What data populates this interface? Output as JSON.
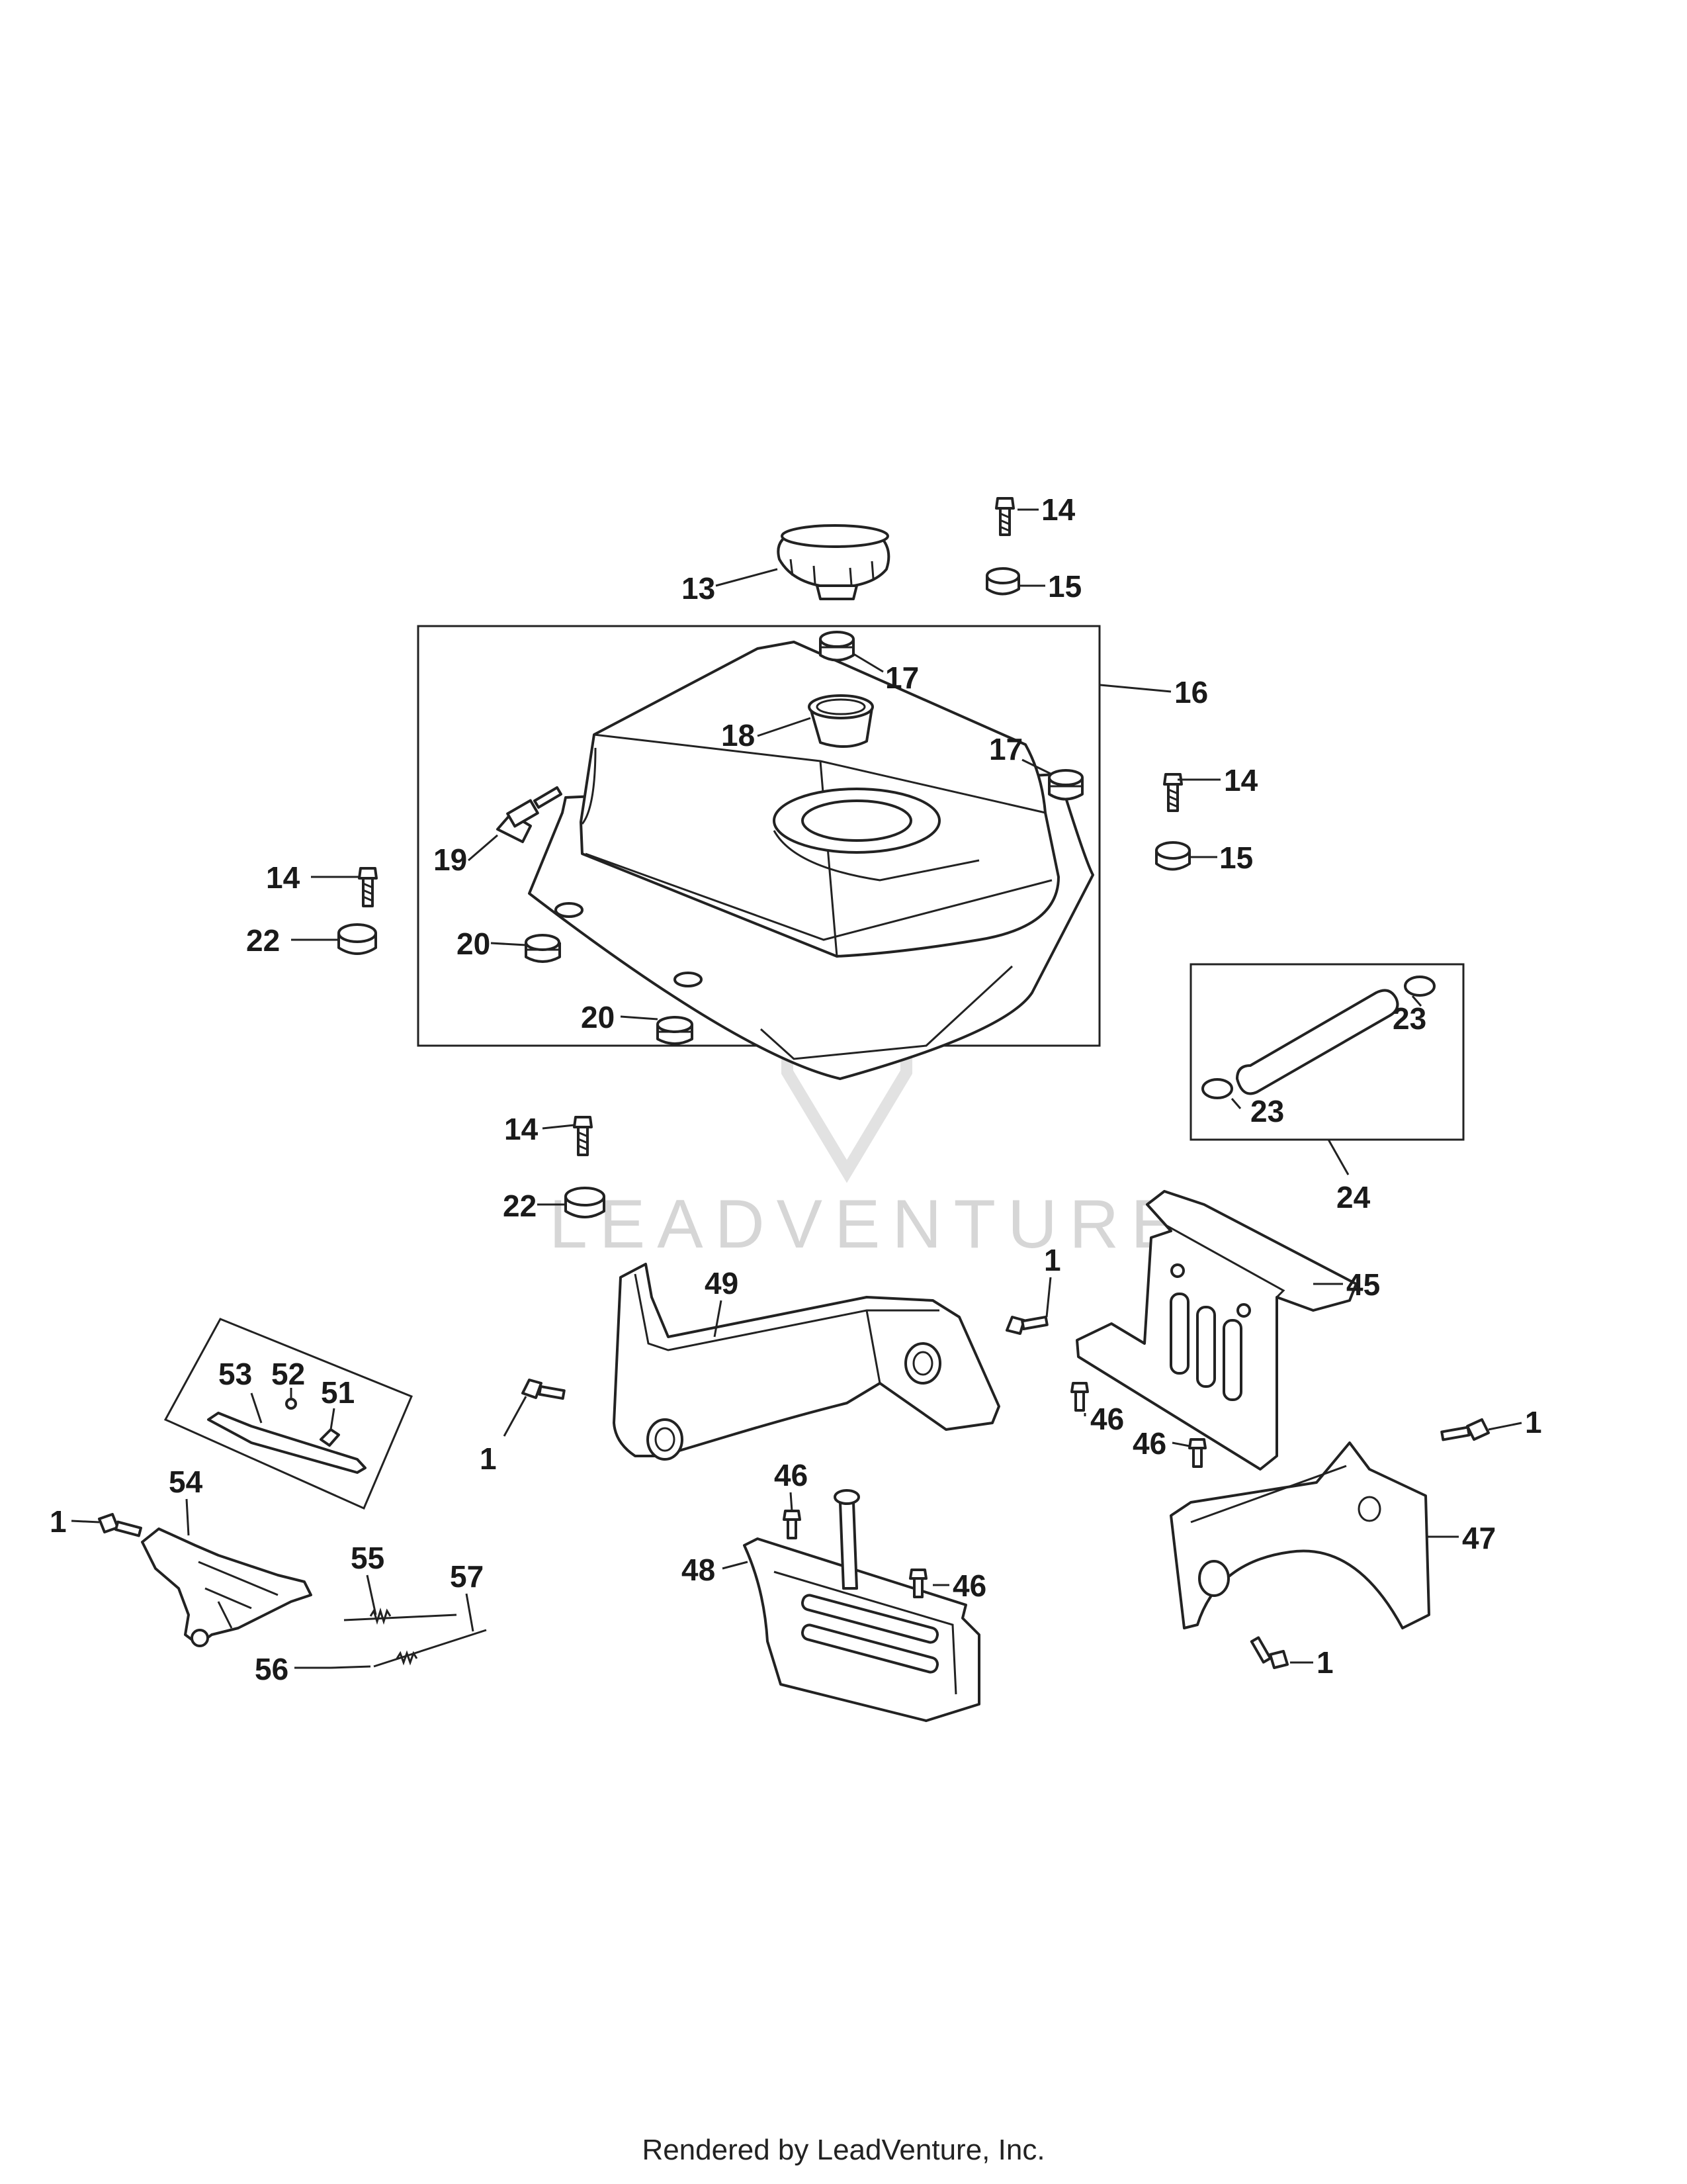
{
  "watermark": "LEADVENTURE",
  "footer": "Rendered by LeadVenture, Inc.",
  "callouts": {
    "c13": "13",
    "c14a": "14",
    "c15a": "15",
    "c16": "16",
    "c17a": "17",
    "c17b": "17",
    "c18": "18",
    "c19": "19",
    "c14b": "14",
    "c15b": "15",
    "c14c": "14",
    "c22a": "22",
    "c20a": "20",
    "c20b": "20",
    "c23a": "23",
    "c23b": "23",
    "c24": "24",
    "c14d": "14",
    "c22b": "22",
    "c49": "49",
    "c1a": "1",
    "c45": "45",
    "c53": "53",
    "c52": "52",
    "c51": "51",
    "c1b": "1",
    "c46a": "46",
    "c46b": "46",
    "c1c": "1",
    "c54": "54",
    "c1d": "1",
    "c46c": "46",
    "c47": "47",
    "c55": "55",
    "c57": "57",
    "c48": "48",
    "c46d": "46",
    "c56": "56",
    "c1e": "1"
  }
}
